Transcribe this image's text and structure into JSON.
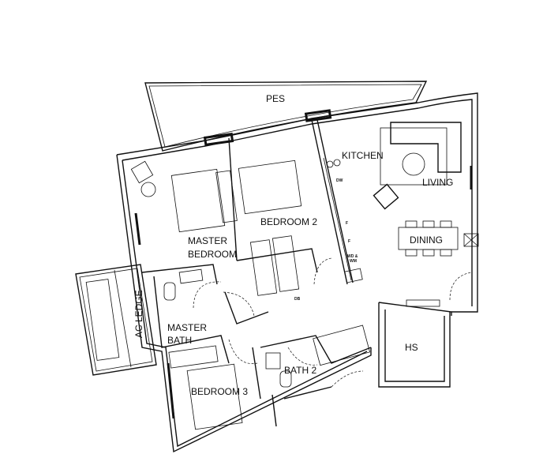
{
  "rooms": {
    "pes": "PES",
    "kitchen": "KITCHEN",
    "living": "LIVING",
    "dining": "DINING",
    "bedroom2": "BEDROOM  2",
    "master_bedroom_line1": "MASTER",
    "master_bedroom_line2": "BEDROOM",
    "ac_ledge": "AC  LEDGE",
    "master_bath_line1": "MASTER",
    "master_bath_line2": "BATH",
    "hs": "HS",
    "bath2": "BATH  2",
    "bedroom3": "BEDROOM  3"
  },
  "fixtures": {
    "dishwasher": "DW",
    "fridge1": "F",
    "fridge2": "F",
    "washer_dryer_line1": "WD &",
    "washer_dryer_line2": "WM",
    "db": "DB"
  }
}
